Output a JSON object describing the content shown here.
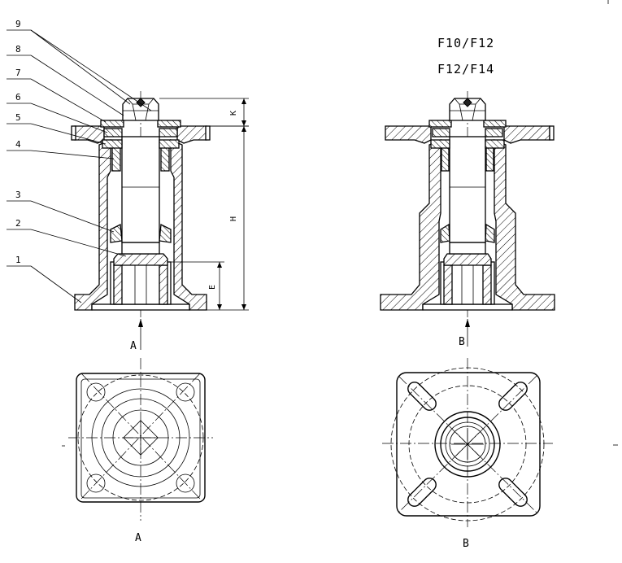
{
  "title_lines": [
    "F10/F12",
    "F12/F14"
  ],
  "balloons": [
    "9",
    "8",
    "7",
    "6",
    "5",
    "4",
    "3",
    "2",
    "1"
  ],
  "dimensions": {
    "k": "K",
    "h": "H",
    "e": "E"
  },
  "views": {
    "arrow_a": "A",
    "arrow_b": "B",
    "caption_a": "A",
    "caption_b": "B"
  }
}
